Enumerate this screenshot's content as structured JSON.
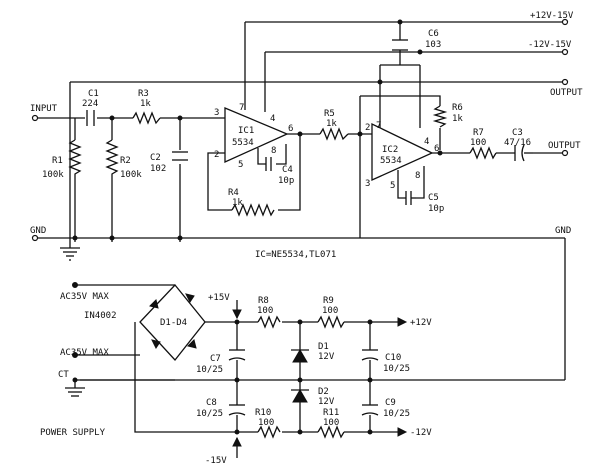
{
  "signal": {
    "rail_pos": "+12V-15V",
    "rail_neg": "-12V-15V",
    "output_top": "OUTPUT",
    "output_right": "OUTPUT",
    "input": "INPUT",
    "gnd_left": "GND",
    "gnd_right": "GND",
    "ic_note": "IC=NE5534,TL071"
  },
  "parts": {
    "c1_name": "C1",
    "c1_val": "224",
    "r1_name": "R1",
    "r1_val": "100k",
    "r2_name": "R2",
    "r2_val": "100k",
    "r3_name": "R3",
    "r3_val": "1k",
    "c2_name": "C2",
    "c2_val": "102",
    "ic1_name": "IC1",
    "ic1_val": "5534",
    "c4_name": "C4",
    "c4_val": "10p",
    "r4_name": "R4",
    "r4_val": "1k",
    "r5_name": "R5",
    "r5_val": "1k",
    "ic2_name": "IC2",
    "ic2_val": "5534",
    "r6_name": "R6",
    "r6_val": "1k",
    "c5_name": "C5",
    "c5_val": "10p",
    "r7_name": "R7",
    "r7_val": "100",
    "c3_name": "C3",
    "c3_val": "47/16",
    "c6_name": "C6",
    "c6_val": "103"
  },
  "pins": [
    "3",
    "2",
    "7",
    "4",
    "6",
    "5",
    "8",
    "2",
    "3",
    "7",
    "4",
    "6",
    "5",
    "8"
  ],
  "supply": {
    "ac_top": "AC35V MAX",
    "ac_bottom": "AC35V MAX",
    "ct": "CT",
    "bridge_part": "IN4002",
    "bridge_label": "D1-D4",
    "title": "POWER SUPPLY",
    "pos_in": "+15V",
    "neg_in": "-15V",
    "pos_out": "+12V",
    "neg_out": "-12V",
    "r8_name": "R8",
    "r8_val": "100",
    "r9_name": "R9",
    "r9_val": "100",
    "r10_name": "R10",
    "r10_val": "100",
    "r11_name": "R11",
    "r11_val": "100",
    "c7_name": "C7",
    "c7_val": "10/25",
    "c8_name": "C8",
    "c8_val": "10/25",
    "c9_name": "C9",
    "c9_val": "10/25",
    "c10_name": "C10",
    "c10_val": "10/25",
    "d1_name": "D1",
    "d1_val": "12V",
    "d2_name": "D2",
    "d2_val": "12V"
  }
}
